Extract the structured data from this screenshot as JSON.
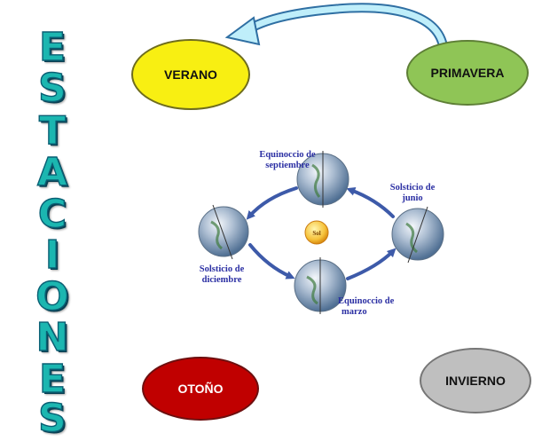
{
  "title_letters": [
    "E",
    "S",
    "T",
    "A",
    "C",
    "I",
    "O",
    "N",
    "E",
    "S"
  ],
  "seasons": {
    "verano": "VERANO",
    "primavera": "PRIMAVERA",
    "otono": "OTOÑO",
    "invierno": "INVIERNO"
  },
  "diagram": {
    "sun_label": "Sol",
    "equinoccio_septiembre": [
      "Equinoccio de",
      "septiembre"
    ],
    "solsticio_junio": [
      "Solsticio de",
      "junio"
    ],
    "solsticio_diciembre": [
      "Solsticio de",
      "diciembre"
    ],
    "equinoccio_marzo": [
      "Equinoccio de",
      "marzo"
    ]
  },
  "colors": {
    "letters": "#1bb6b0",
    "verano": "#f8ef12",
    "primavera": "#8fc556",
    "otono": "#c00000",
    "invierno": "#bfbfbf",
    "arrow": "#3d5aa9",
    "label": "#2b2fa3"
  }
}
